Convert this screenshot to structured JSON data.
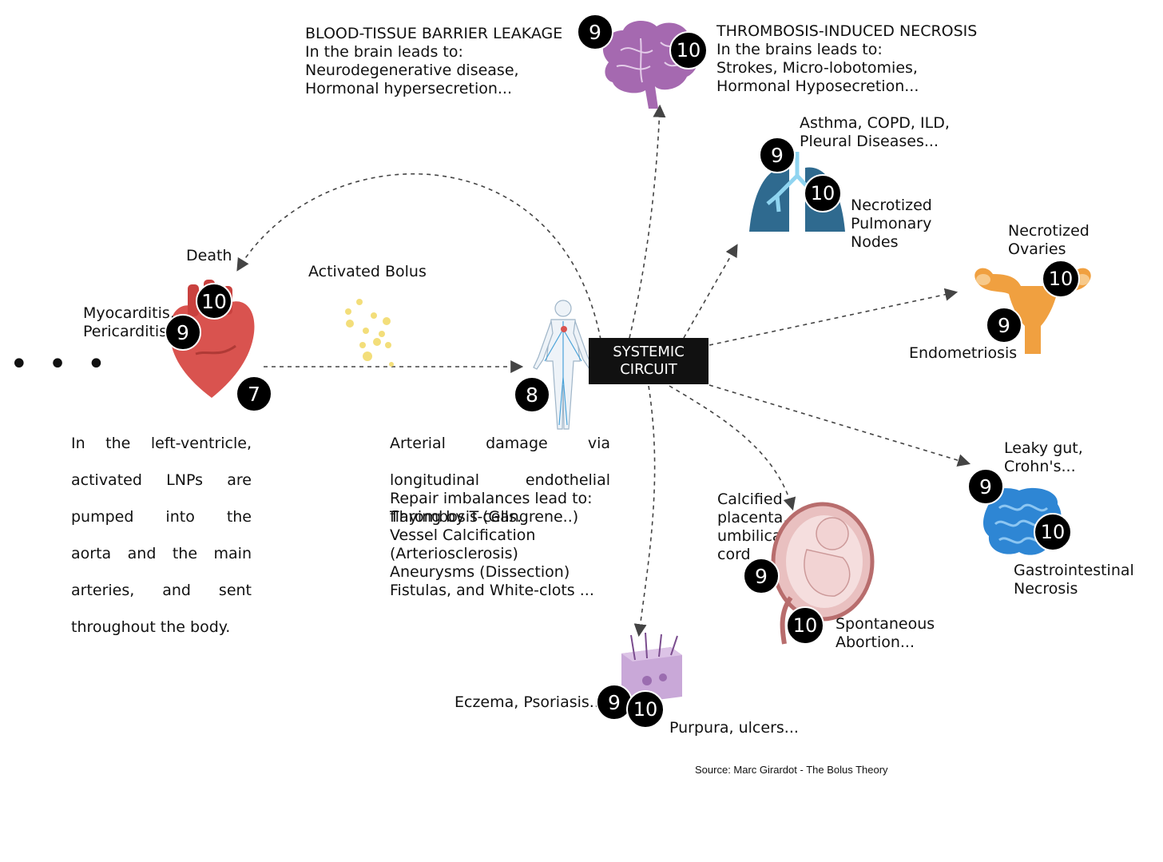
{
  "ellipsis": "• • •",
  "systemic_circuit": {
    "line1": "SYSTEMIC",
    "line2": "CIRCUIT"
  },
  "source": "Source: Marc Girardot - The Bolus Theory",
  "heart": {
    "death": "Death",
    "myo": "Myocarditis,\nPericarditis",
    "desc": [
      "In the left-ventricle,",
      "activated LNPs are",
      "pumped into the",
      "aorta and the main",
      "arteries, and sent"
    ],
    "desc_last": "throughout the body.",
    "badges": {
      "b10": "10",
      "b9": "9",
      "b7": "7"
    }
  },
  "bolus": {
    "label": "Activated Bolus"
  },
  "arterial": {
    "line1": "Arterial damage via",
    "line2": "longitudinal endothelial",
    "line3": "flaying by T-cells.",
    "repair": "Repair imbalances  lead to:\nThrombosis (Gangrene..)\nVessel Calcification\n(Arteriosclerosis)\nAneurysms (Dissection)\nFistulas, and White-clots ...",
    "badge": "8"
  },
  "brain": {
    "left_title": "BLOOD-TISSUE BARRIER LEAKAGE",
    "left_body": "In the brain leads to:\nNeurodegenerative disease,\nHormonal hypersecretion...",
    "right_title": "THROMBOSIS-INDUCED NECROSIS",
    "right_body": "In the brains leads to:\nStrokes, Micro-lobotomies,\nHormonal Hyposecretion...",
    "b9": "9",
    "b10": "10"
  },
  "lungs": {
    "top": "Asthma, COPD,  ILD,\nPleural Diseases...",
    "right": "Necrotized\nPulmonary\nNodes",
    "b9": "9",
    "b10": "10"
  },
  "uterus": {
    "top": "Necrotized\nOvaries",
    "bottom": "Endometriosis",
    "b10": "10",
    "b9": "9"
  },
  "gut": {
    "top": "Leaky gut,\nCrohn's...",
    "bottom": "Gastrointestinal\nNecrosis",
    "b9": "9",
    "b10": "10"
  },
  "placenta": {
    "left": "Calcified\nplacenta,\numbilical\ncord",
    "right": "Spontaneous\nAbortion...",
    "b9": "9",
    "b10": "10"
  },
  "skin": {
    "left": "Eczema, Psoriasis...",
    "right": "Purpura, ulcers...",
    "b9": "9",
    "b10": "10"
  },
  "colors": {
    "heart": "#d9534f",
    "brain": "#9b59a8",
    "lungs": "#2f6a8f",
    "uterus": "#f0a040",
    "gut": "#2e86d4",
    "placenta": "#e8b0b0",
    "skin": "#c9a8d8",
    "bolus": "#f3de7a"
  }
}
